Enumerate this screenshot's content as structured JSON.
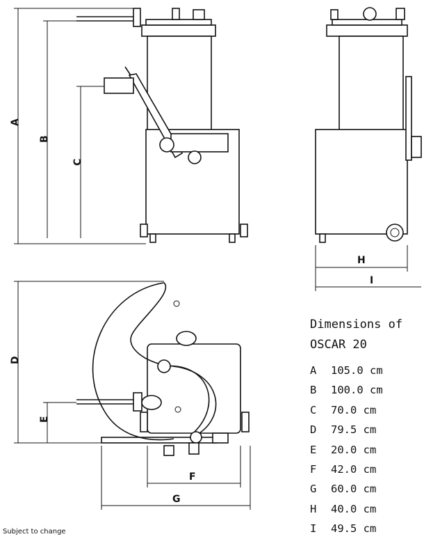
{
  "caption": {
    "line1": "Dimensions of",
    "line2": "OSCAR 20"
  },
  "dimensions": [
    {
      "key": "A",
      "value": "105.0 cm"
    },
    {
      "key": "B",
      "value": "100.0 cm"
    },
    {
      "key": "C",
      "value": "70.0 cm"
    },
    {
      "key": "D",
      "value": "79.5 cm"
    },
    {
      "key": "E",
      "value": "20.0 cm"
    },
    {
      "key": "F",
      "value": "42.0 cm"
    },
    {
      "key": "G",
      "value": "60.0 cm"
    },
    {
      "key": "H",
      "value": "40.0 cm"
    },
    {
      "key": "I",
      "value": "49.5 cm"
    }
  ],
  "labels": {
    "a": "A",
    "b": "B",
    "c": "C",
    "d": "D",
    "e": "E",
    "f": "F",
    "g": "G",
    "h": "H",
    "i": "I"
  },
  "footer": "Subject to change"
}
